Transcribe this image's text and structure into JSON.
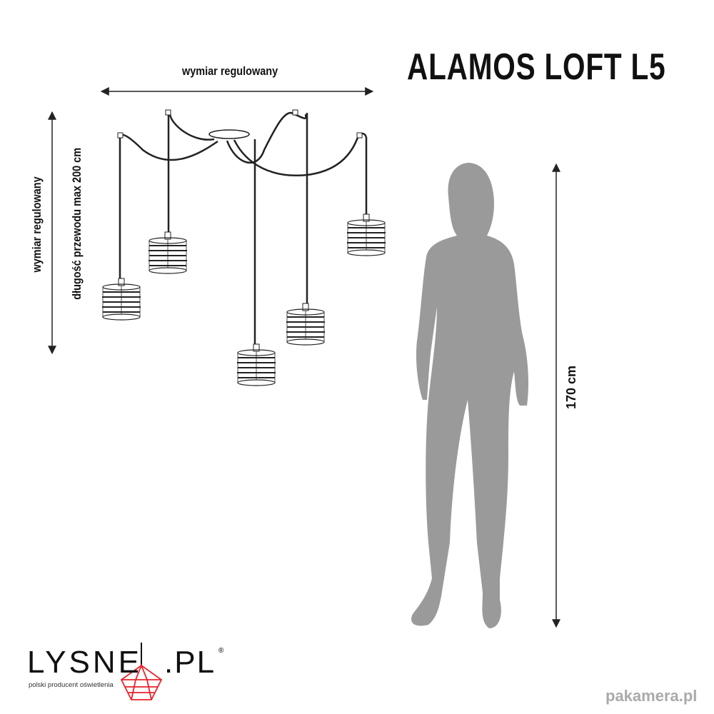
{
  "title": "ALAMOS LOFT L5",
  "labels": {
    "width": "wymiar regulowany",
    "height_adjustable": "wymiar regulowany",
    "cable_length": "długość przewodu max 200 cm",
    "person_height": "170 cm"
  },
  "brand": {
    "name": "LYSNE",
    "suffix": ".PL",
    "registered": "®",
    "tagline": "polski producent oświetlenia",
    "accent": "#e8242a"
  },
  "watermark": "pakamera.pl",
  "colors": {
    "silhouette": "#9a9a9a",
    "line": "#222222"
  }
}
